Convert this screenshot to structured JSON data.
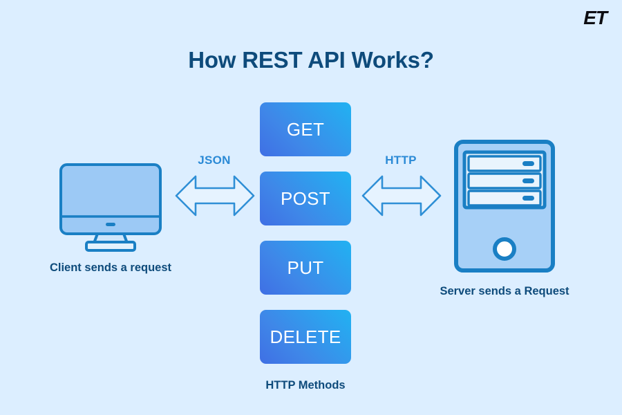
{
  "brand": {
    "logo_text": "ET"
  },
  "header": {
    "title": "How REST API Works?"
  },
  "client": {
    "icon": "desktop-monitor-icon",
    "caption": "Client sends a request"
  },
  "server": {
    "icon": "server-tower-icon",
    "caption": "Server sends a Request"
  },
  "arrows": [
    {
      "label": "JSON",
      "icon": "double-headed-arrow-icon"
    },
    {
      "label": "HTTP",
      "icon": "double-headed-arrow-icon"
    }
  ],
  "methods": {
    "caption": "HTTP Methods",
    "items": [
      {
        "label": "GET"
      },
      {
        "label": "POST"
      },
      {
        "label": "PUT"
      },
      {
        "label": "DELETE"
      }
    ]
  },
  "colors": {
    "background": "#dceeff",
    "title_navy": "#0e4b7b",
    "accent_blue": "#2b8ad6",
    "icon_stroke": "#1a7fc4",
    "icon_fill": "#9cc9f5",
    "button_gradient_start": "#3f6fe4",
    "button_gradient_end": "#21b2f2",
    "button_text": "#ffffff",
    "logo": "#0d0d12"
  }
}
